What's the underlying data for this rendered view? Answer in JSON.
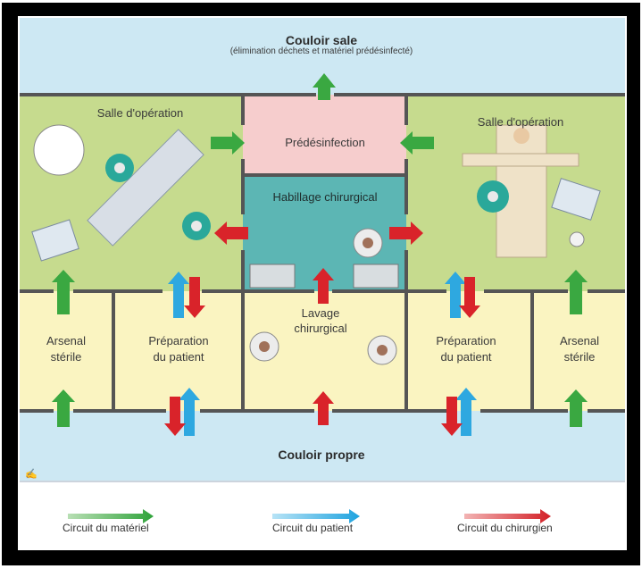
{
  "header": {
    "title": "Couloir sale",
    "subtitle": "(élimination déchets et matériel prédésinfecté)"
  },
  "rooms": {
    "operating_left": "Salle d'opération",
    "operating_right": "Salle d'opération",
    "predisinfection": "Prédésinfection",
    "dressing": "Habillage chirurgical",
    "washing": "Lavage\nchirurgical",
    "arsenal_left": "Arsenal\nstérile",
    "arsenal_right": "Arsenal\nstérile",
    "prep_left": "Préparation\ndu patient",
    "prep_right": "Préparation\ndu patient"
  },
  "footer_corridor": "Couloir propre",
  "legend": {
    "material": "Circuit du matériel",
    "patient": "Circuit du patient",
    "surgeon": "Circuit du chirurgien"
  },
  "colors": {
    "corridor": "#cde8f3",
    "operating": "#c6db8e",
    "arsenal": "#faf4c1",
    "predisinfection": "#f6cdcd",
    "dressing": "#5cb6b4",
    "wall": "#555555",
    "material_arrow": "#3aa841",
    "patient_arrow": "#2ea8e0",
    "surgeon_arrow": "#d9232a"
  },
  "icons": [
    "surgeon-icon",
    "patient-icon",
    "equipment-icon",
    "sink-icon"
  ]
}
